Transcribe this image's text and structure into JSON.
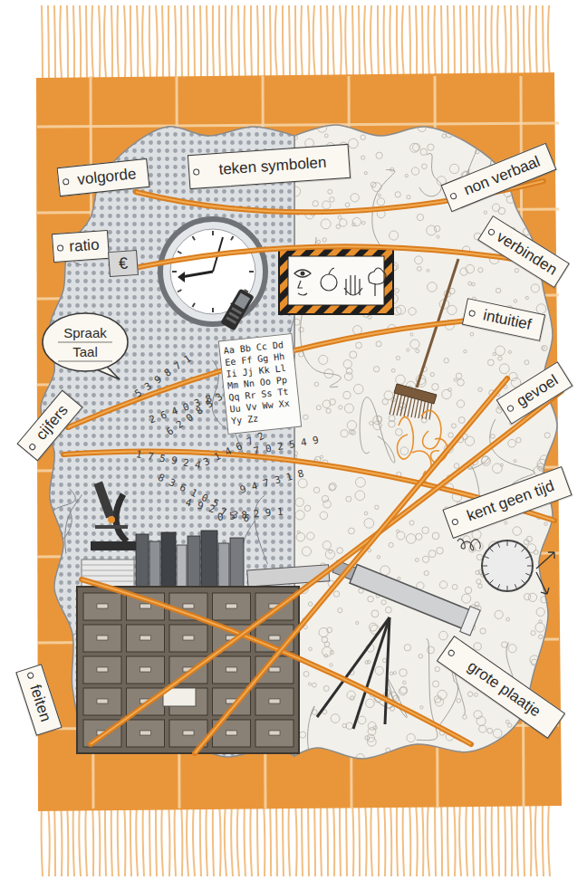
{
  "diagram": {
    "nodes": [
      {
        "text": [
          "volgorde"
        ]
      },
      {
        "text": [
          "teken symbolen"
        ]
      },
      {
        "text": [
          "non verbaal"
        ]
      },
      {
        "text": [
          "ratio"
        ]
      },
      {
        "text": [
          "€"
        ]
      },
      {
        "text": [
          "verbinden"
        ]
      },
      {
        "text": [
          "intuitief"
        ]
      },
      {
        "text": [
          "Spraak Taal"
        ]
      },
      {
        "text": [
          "Aa Bb Cc Dd Ee Ff Gg Hh Ii Jj Kk Ll Mm Nn Oo Pp Qq Rr Ss Tt Uu Vv Ww Xx Yy Zz"
        ]
      },
      {
        "text": [
          "gevoel"
        ]
      },
      {
        "text": [
          "cijfers"
        ]
      },
      {
        "text": [
          "kent geen tijd"
        ]
      },
      {
        "text": [
          "feiten"
        ]
      },
      {
        "text": [
          "grote plaatje"
        ]
      }
    ],
    "labels": [
      "5 3 9 8 7 1",
      "2 6 4 0 3 8",
      "1 7 5 9 2 4",
      "8 3 6 1 0 5",
      "4 9 2 7 3 6",
      "0 5 8 2 9 1",
      "3 1 4 6 7 2",
      "6 2 0 8 5 3",
      "9 4 7 3 1 8",
      "7 0 2 5 4 9"
    ]
  }
}
